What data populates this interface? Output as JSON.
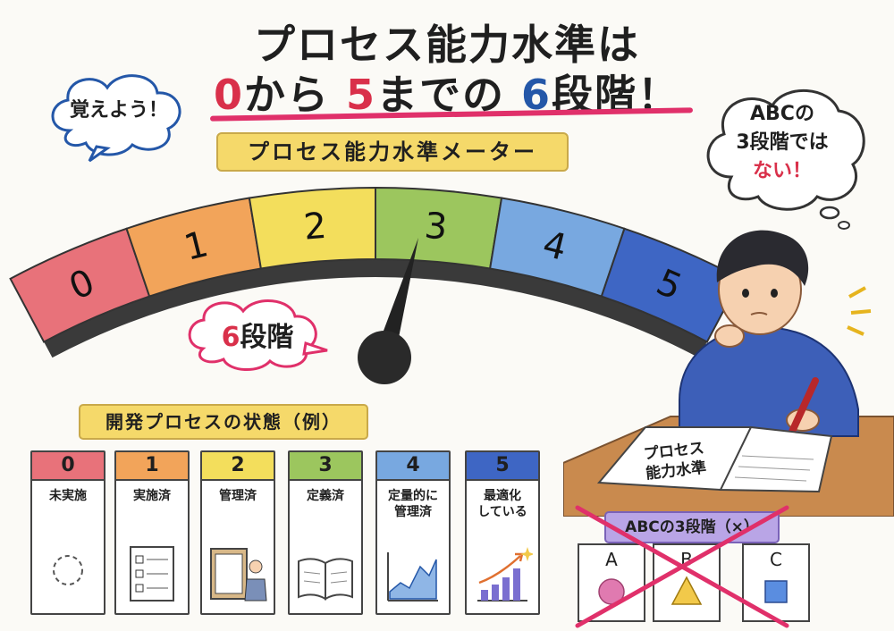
{
  "title": {
    "line1": "プロセス能力水準は",
    "line2_parts": [
      "0",
      "から",
      "5",
      "までの",
      "6",
      "段階",
      "！"
    ]
  },
  "bubble_left": "覚えよう！",
  "bubble_right": {
    "line1": "ABCの",
    "line2": "3段階では",
    "line3": "ない！"
  },
  "meter": {
    "label": "プロセス能力水準メーター",
    "segments": [
      {
        "label": "0",
        "color": "#e8727a"
      },
      {
        "label": "1",
        "color": "#f2a45a"
      },
      {
        "label": "2",
        "color": "#f3de5c"
      },
      {
        "label": "3",
        "color": "#9cc65e"
      },
      {
        "label": "4",
        "color": "#78a8e0"
      },
      {
        "label": "5",
        "color": "#3e66c4"
      }
    ],
    "needle_value": 3
  },
  "six_levels": {
    "num": "6",
    "text": "段階"
  },
  "status": {
    "label": "開発プロセスの状態（例）",
    "cards": [
      {
        "level": "0",
        "text": "未実施",
        "color": "#e8727a",
        "icon": "dashed-circle-icon"
      },
      {
        "level": "1",
        "text": "実施済",
        "color": "#f2a45a",
        "icon": "checklist-icon"
      },
      {
        "level": "2",
        "text": "管理済",
        "color": "#f3de5c",
        "icon": "clipboard-person-icon"
      },
      {
        "level": "3",
        "text": "定義済",
        "color": "#9cc65e",
        "icon": "open-book-icon"
      },
      {
        "level": "4",
        "text": "定量的に\n管理済",
        "color": "#78a8e0",
        "icon": "line-chart-icon"
      },
      {
        "level": "5",
        "text": "最適化\nしている",
        "color": "#3e66c4",
        "icon": "bar-chart-up-icon"
      }
    ]
  },
  "book": {
    "line1": "プロセス",
    "line2": "能力水準"
  },
  "abc": {
    "label": "ABCの3段階（×）",
    "items": [
      {
        "letter": "A",
        "shape": "circle",
        "color": "#e07ab0"
      },
      {
        "letter": "B",
        "shape": "triangle",
        "color": "#f2c94a"
      },
      {
        "letter": "C",
        "shape": "square",
        "color": "#5a8de0"
      }
    ]
  }
}
